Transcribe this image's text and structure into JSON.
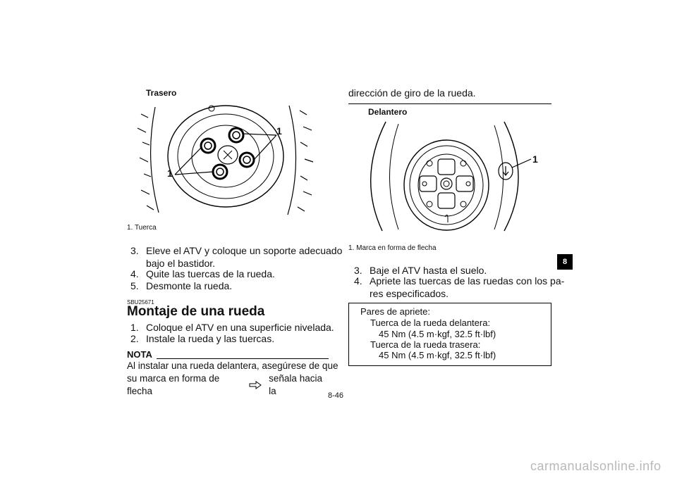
{
  "left_column": {
    "figure": {
      "title": "Trasero",
      "callouts": [
        "1",
        "1"
      ],
      "caption": "1. Tuerca"
    },
    "steps": [
      {
        "num": "3.",
        "line1": "Eleve el ATV y coloque un soporte adecuado",
        "line2": "bajo el bastidor."
      },
      {
        "num": "4.",
        "line1": "Quite las tuercas de la rueda."
      },
      {
        "num": "5.",
        "line1": "Desmonte la rueda."
      }
    ],
    "section_code": "SBU25671",
    "section_heading": "Montaje de una rueda",
    "install_steps": [
      {
        "num": "1.",
        "text": "Coloque el ATV en una superficie nivelada."
      },
      {
        "num": "2.",
        "text": "Instale la rueda y las tuercas."
      }
    ],
    "nota": {
      "label": "NOTA",
      "line1": "Al instalar una rueda delantera, asegúrese de que",
      "line2_a": "su marca en forma de flecha",
      "line2_b": "señala hacia la"
    }
  },
  "right_column": {
    "continuation": "dirección de giro de la rueda.",
    "figure": {
      "title": "Delantero",
      "callout": "1",
      "caption": "1. Marca en forma de flecha"
    },
    "steps": [
      {
        "num": "3.",
        "line1": "Baje el ATV hasta el suelo."
      },
      {
        "num": "4.",
        "line1": "Apriete las tuercas de las ruedas con los pa-",
        "line2": "res especificados."
      }
    ],
    "torque_box": {
      "title": "Pares de apriete:",
      "front_label": "Tuerca de la rueda delantera:",
      "front_value": "45 Nm (4.5 m·kgf, 32.5 ft·lbf)",
      "rear_label": "Tuerca de la rueda trasera:",
      "rear_value": "45 Nm (4.5 m·kgf, 32.5 ft·lbf)"
    }
  },
  "chapter_tab": "8",
  "page_number": "8-46",
  "watermark": "carmanualsonline.info"
}
